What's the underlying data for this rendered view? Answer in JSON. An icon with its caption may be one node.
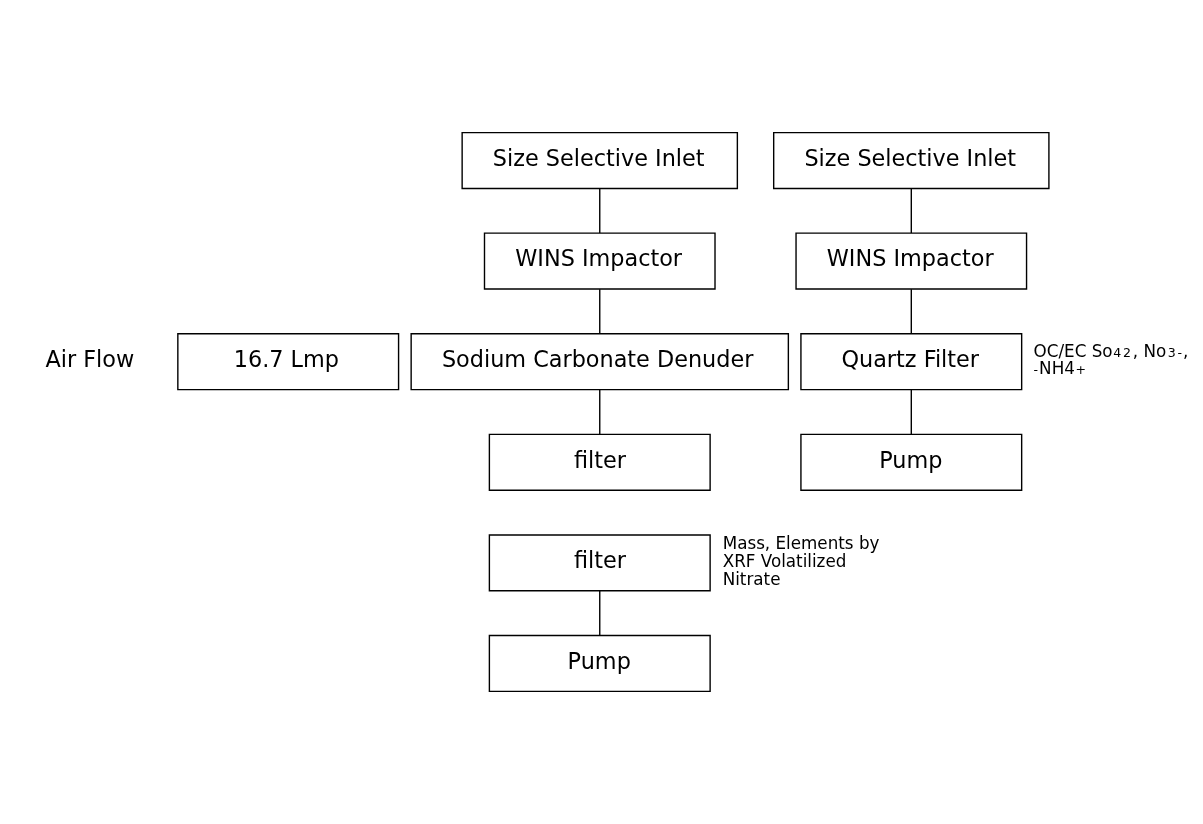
{
  "diagram": {
    "nodes": [
      {
        "text": [
          "Size Selective Inlet"
        ]
      },
      {
        "text": [
          "WINS Impactor"
        ]
      },
      {
        "text": [
          "Sodium Carbonate Denuder"
        ]
      },
      {
        "text": [
          "filter"
        ]
      },
      {
        "text": [
          "filter"
        ],
        "beside": [
          "Mass, Elements by XRF Volatilized Nitrate"
        ]
      },
      {
        "text": [
          "Pump"
        ]
      },
      {
        "text": [
          "Size Selective Inlet"
        ]
      },
      {
        "text": [
          "WINS Impactor"
        ]
      },
      {
        "text": [
          "Quartz Filter"
        ],
        "beside": [
          "OC/EC So$_{4}$$^{2}$, No$_{3}$$^{-}$, $^{-}$NH4$^{+}$"
        ]
      },
      {
        "text": [
          "Pump"
        ]
      },
      {
        "text": [
          "16.7 Lmp"
        ]
      }
    ],
    "edges": [
      {
        "from": 0,
        "to": 1,
        "arrow": "none"
      },
      {
        "from": 1,
        "to": 2,
        "arrow": "none"
      },
      {
        "from": 2,
        "to": 3,
        "arrow": "none"
      },
      {
        "from": 4,
        "to": 5,
        "arrow": "none"
      },
      {
        "from": 6,
        "to": 7,
        "arrow": "none"
      },
      {
        "from": 7,
        "to": 8,
        "arrow": "none"
      },
      {
        "from": 8,
        "to": 9,
        "arrow": "none"
      }
    ],
    "labels": [
      "Air Flow"
    ]
  }
}
